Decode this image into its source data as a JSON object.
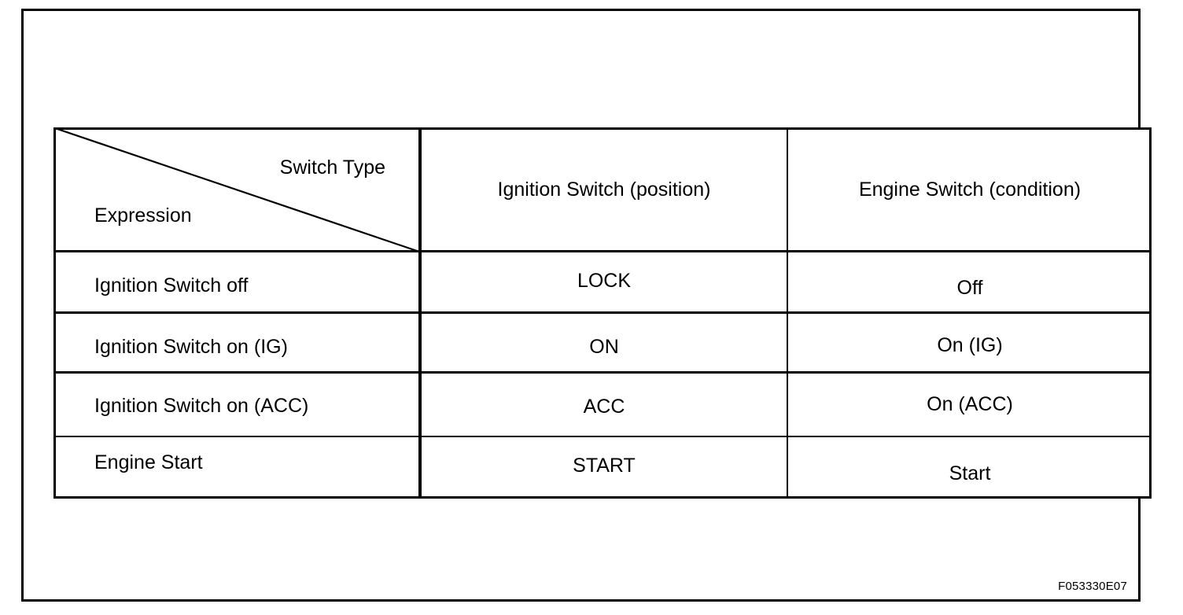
{
  "figure": {
    "code": "F053330E07",
    "background_color": "#ffffff",
    "line_color": "#000000"
  },
  "table": {
    "corner": {
      "top_right_label": "Switch Type",
      "bottom_left_label": "Expression",
      "diagonal": "top-left-to-bottom-right"
    },
    "columns": [
      "Expression",
      "Ignition Switch (position)",
      "Engine Switch (condition)"
    ],
    "rows": [
      {
        "expression": "Ignition Switch off",
        "ignition_switch_position": "LOCK",
        "engine_switch_condition": "Off"
      },
      {
        "expression": "Ignition Switch on (IG)",
        "ignition_switch_position": "ON",
        "engine_switch_condition": "On (IG)"
      },
      {
        "expression": "Ignition Switch on (ACC)",
        "ignition_switch_position": "ACC",
        "engine_switch_condition": "On (ACC)"
      },
      {
        "expression": "Engine Start",
        "ignition_switch_position": "START",
        "engine_switch_condition": "Start"
      }
    ]
  }
}
